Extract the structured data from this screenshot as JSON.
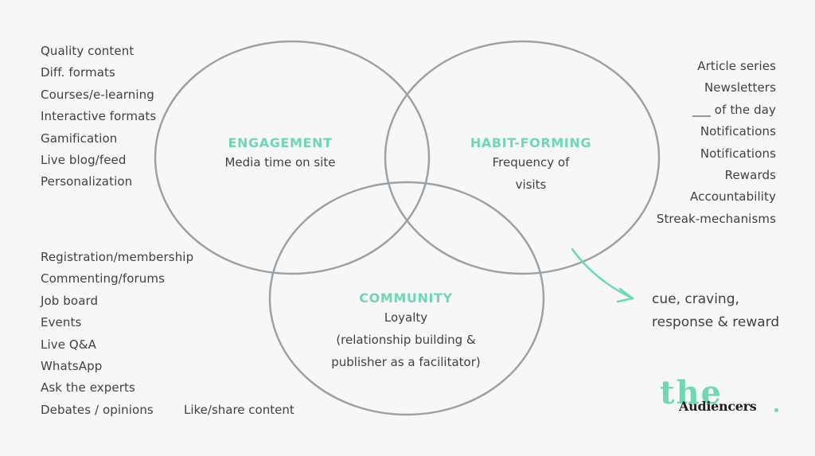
{
  "colors": {
    "accent": "#6fd7b1",
    "circle_stroke": "#9aa2a8",
    "text": "#3c4246",
    "background": "#f7f7f7"
  },
  "left_top_list": [
    "Quality content",
    "Diff. formats",
    "Courses/e-learning",
    "Interactive formats",
    "Gamification",
    "Live blog/feed",
    "Personalization"
  ],
  "left_bottom_list": [
    "Registration/membership",
    "Commenting/forums",
    "Job board",
    "Events",
    "Live Q&A",
    "WhatsApp",
    "Ask the experts",
    "Debates / opinions"
  ],
  "right_list": [
    "Article series",
    "Newsletters",
    "___ of the day",
    "Notifications",
    "Notifications",
    "Rewards",
    "Accountability",
    "Streak-mechanisms"
  ],
  "circles": {
    "engagement": {
      "title": "ENGAGEMENT",
      "subtitle": "Media time on site"
    },
    "habit": {
      "title": "HABIT-FORMING",
      "subtitle": "Frequency of visits"
    },
    "community": {
      "title": "COMMUNITY",
      "subtitle_line1": "Loyalty",
      "subtitle_line2": "(relationship building &",
      "subtitle_line3": "publisher as a facilitator)"
    }
  },
  "standalone_item": "Like/share content",
  "arrow_note": {
    "line1": "cue, craving,",
    "line2": "response & reward"
  },
  "logo": {
    "prefix": "the",
    "name": "Audiencers"
  }
}
